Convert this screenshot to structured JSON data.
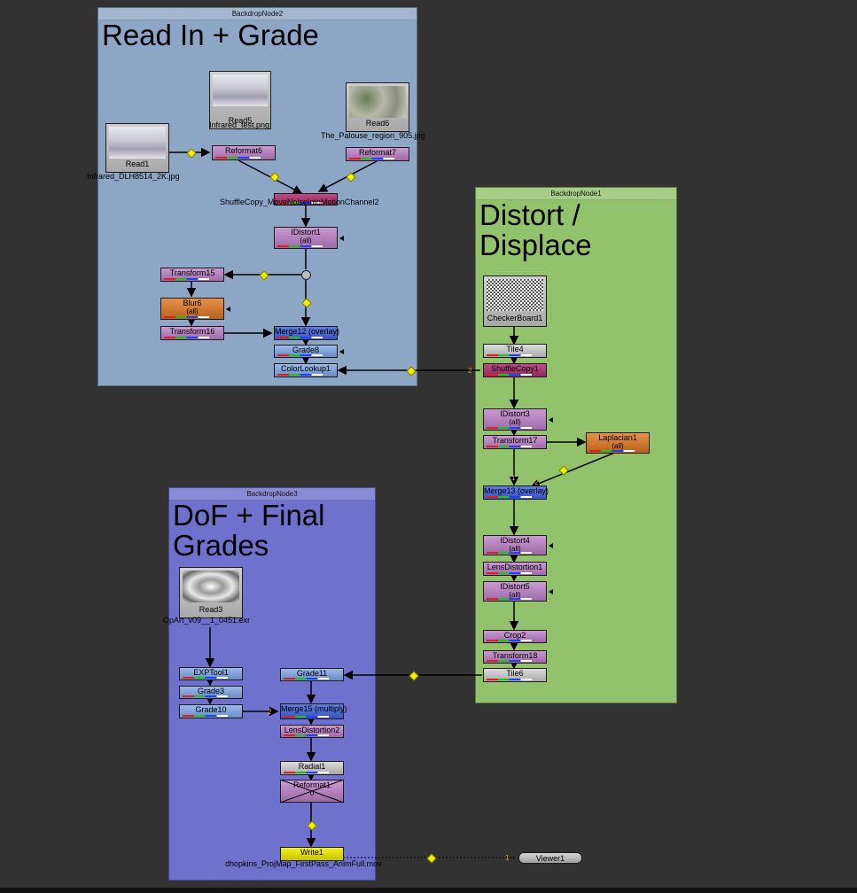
{
  "backdrops": {
    "node2": {
      "name": "BackdropNode2",
      "title": "Read In + Grade",
      "color": "#8ea6c6"
    },
    "node1": {
      "name": "BackdropNode1",
      "title": "Distort /\nDisplace",
      "color": "#92c26c"
    },
    "node3": {
      "name": "BackdropNode3",
      "title": "DoF + Final\nGrades",
      "color": "#6e72cc"
    }
  },
  "reads": {
    "read5": {
      "label": "Read5",
      "file": "Infrared_test.png"
    },
    "read6": {
      "label": "Read6",
      "file": "The_Palouse_region_905.jpg"
    },
    "read1": {
      "label": "Read1",
      "file": "Infrared_DLH8514_2K.jpg"
    },
    "checker": {
      "label": "CheckerBoard1"
    },
    "read3": {
      "label": "Read3",
      "file": "OpArt_v09__1_0451.exr"
    }
  },
  "nodes": {
    "reformat6": "Reformat6",
    "reformat7": "Reformat7",
    "shufflecopy": "ShuffleCopy_MoveNoiseIntoMotionChannel2",
    "idistort1": "IDistort1",
    "idistort1_sub": "(all)",
    "transform15": "Transform15",
    "blur6": "Blur6",
    "blur6_sub": "(all)",
    "transform16": "Transform16",
    "merge12": "Merge12 (overlay)",
    "grade8": "Grade8",
    "colorlookup1": "ColorLookup1",
    "tile4": "Tile4",
    "shufflecopy1": "ShuffleCopy1",
    "idistort3": "IDistort3",
    "idistort3_sub": "(all)",
    "transform17": "Transform17",
    "laplacian1": "Laplacian1",
    "laplacian1_sub": "(all)",
    "merge13": "Merge13 (overlay)",
    "idistort4": "IDistort4",
    "idistort4_sub": "(all)",
    "lensdistortion1": "LensDistortion1",
    "idistort5": "IDistort5",
    "idistort5_sub": "(all)",
    "crop2": "Crop2",
    "transform18": "Transform18",
    "tile6": "Tile6",
    "exptool1": "EXPTool1",
    "grade3": "Grade3",
    "grade10": "Grade10",
    "grade11": "Grade11",
    "merge15": "Merge15 (multiply)",
    "lensdistortion2": "LensDistortion2",
    "radial1": "Radial1",
    "reformat1": "Reformat1",
    "reformat1_sub": "0",
    "write1": "Write1",
    "write1_file": "dhopkins_ProjMap_FirstPass_AnimFull.mov",
    "viewer1": "Viewer1"
  },
  "pipe_numbers": {
    "a": "2",
    "b": "1",
    "c": "2",
    "d": "1",
    "e": "2"
  }
}
